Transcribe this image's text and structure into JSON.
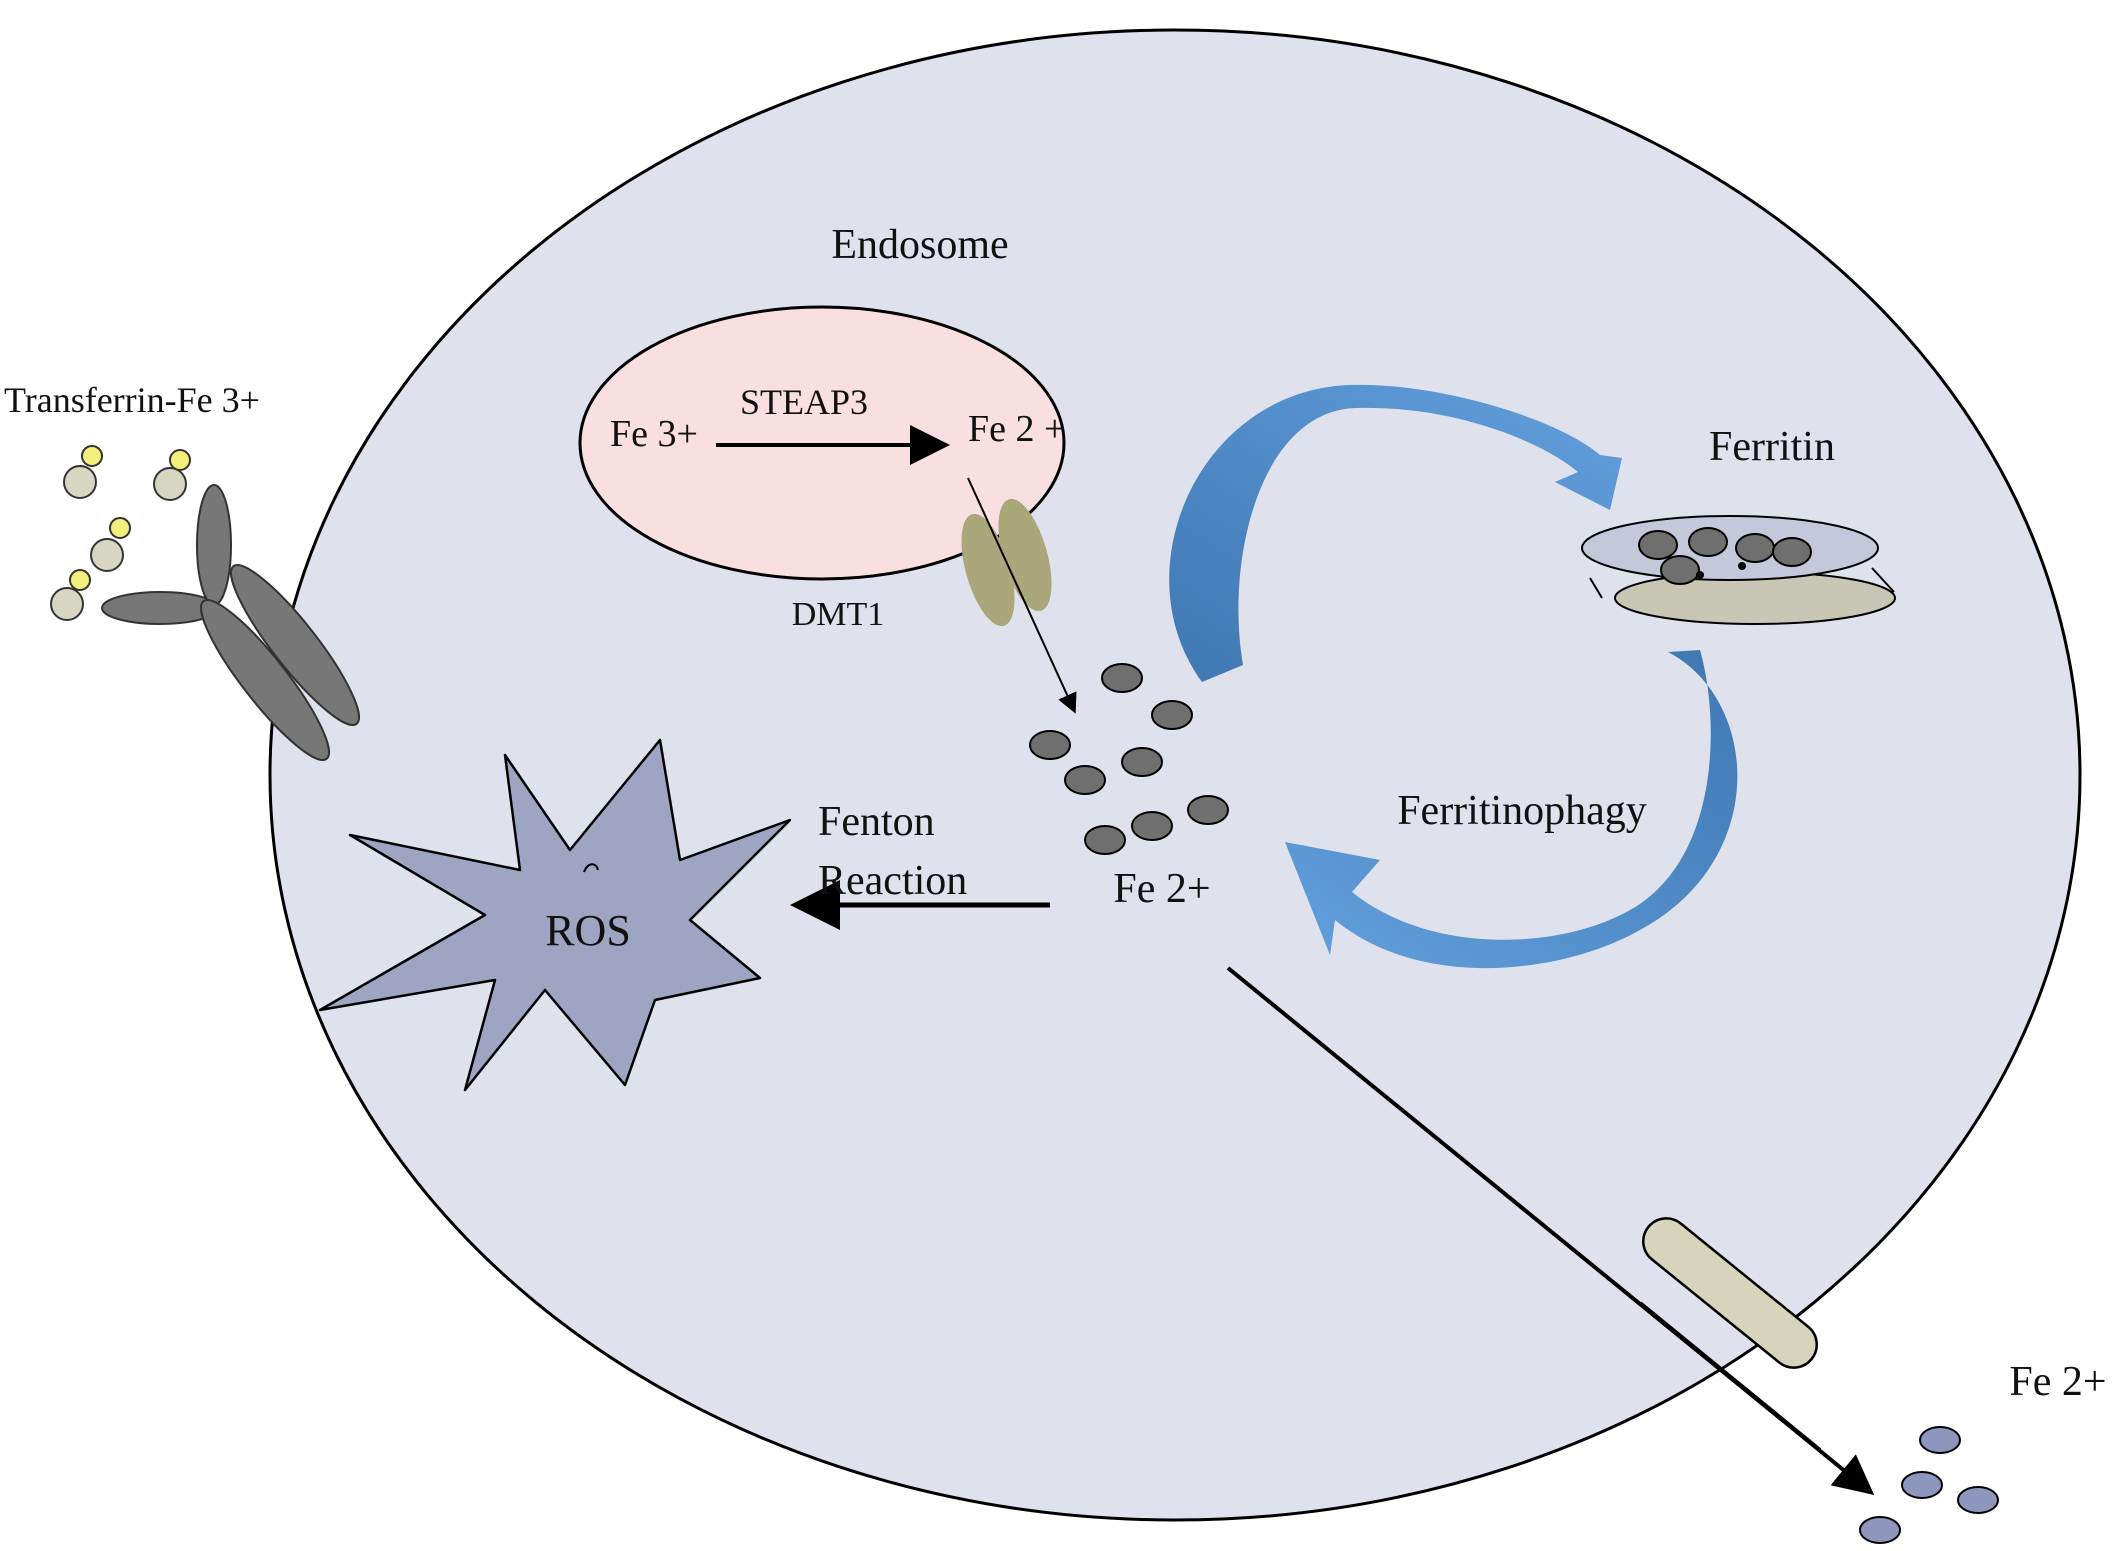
{
  "labels": {
    "transferrin": "Transferrin-Fe 3+",
    "endosome": "Endosome",
    "fe3_in_endosome": "Fe 3+",
    "steap3": "STEAP3",
    "fe2_in_endosome": "Fe 2 +",
    "dmt1": "DMT1",
    "ferritin": "Ferritin",
    "ferritinophagy": "Ferritinophagy",
    "fenton_line1": "Fenton",
    "fenton_line2": "Reaction",
    "ros": "ROS",
    "fe2_cytosol": "Fe 2+",
    "fe2_exported": "Fe 2+"
  },
  "colors": {
    "cell": "#dfe1ec",
    "endosome": "#f9dfe0",
    "ros_star": "#9ea5c3",
    "cycle_arrow": "#4a84c2",
    "iron_dark": "#6f6f6f",
    "iron_exported": "#8d97bd",
    "dmt1_channel": "#aaa77a",
    "ferroportin": "#d6d4bb",
    "transferrin_receptor": "#777777",
    "fe3_ion": "#f2ef7a",
    "transferrin_ball": "#d6d6c2"
  },
  "icons": [
    "transferrin-receptor-icon",
    "dmt1-channel-icon",
    "ferritin-cage-icon",
    "ros-star-icon",
    "ferroportin-channel-icon"
  ]
}
